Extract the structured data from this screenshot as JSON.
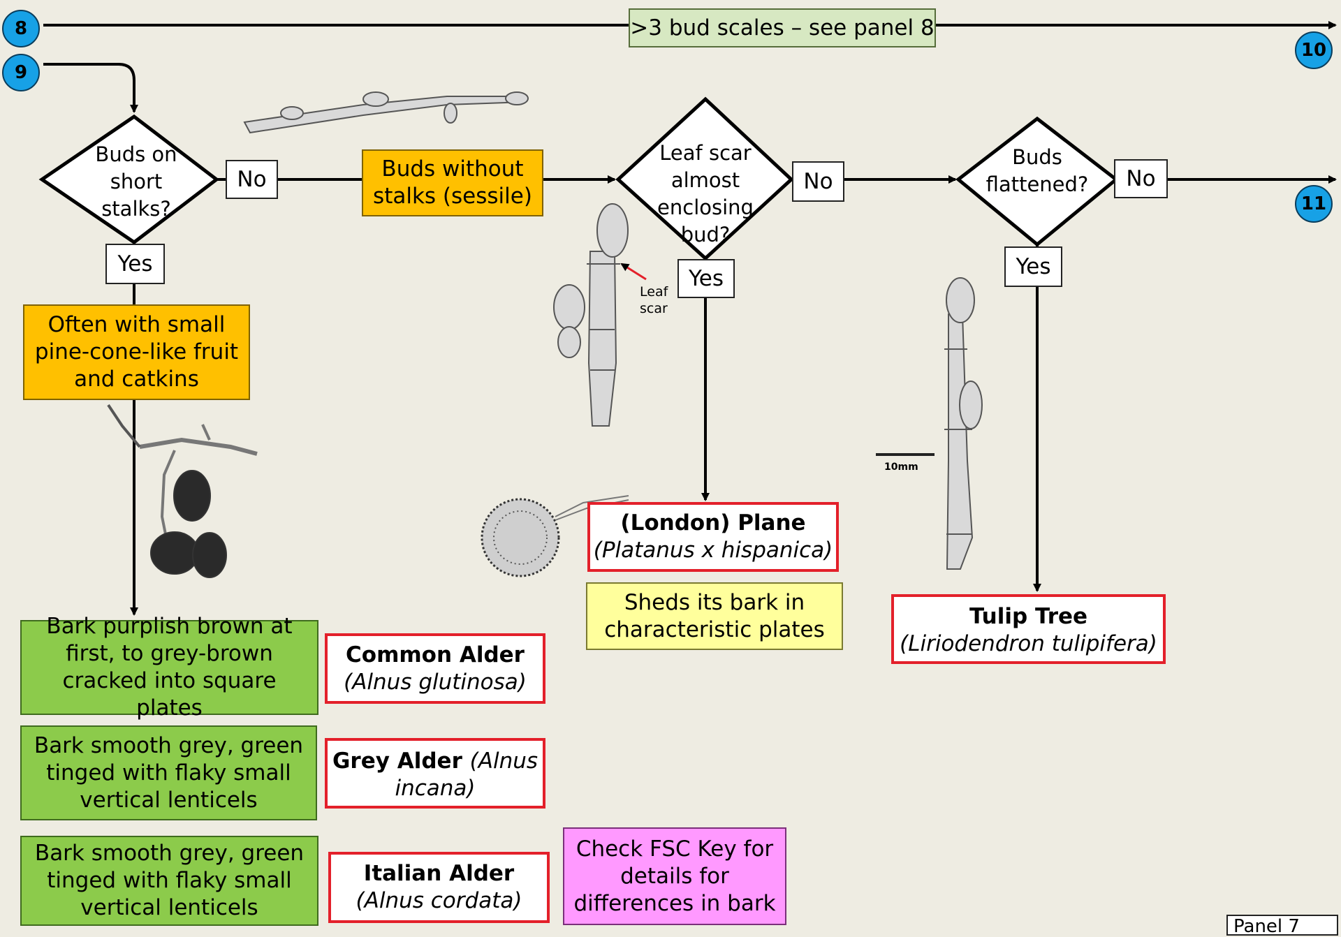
{
  "connectors": {
    "c8": "8",
    "c9": "9",
    "c10": "10",
    "c11": "11"
  },
  "top_label": ">3 bud scales – see panel 8",
  "decisions": {
    "d1": [
      "Buds  on",
      "short",
      "stalks?"
    ],
    "d2": [
      "Leaf scar",
      "almost",
      "enclosing",
      "bud?"
    ],
    "d3": [
      "Buds",
      "flattened?"
    ]
  },
  "labels": {
    "no1": "No",
    "no2": "No",
    "no3": "No",
    "yes1": "Yes",
    "yes2": "Yes",
    "yes3": "Yes"
  },
  "notes": {
    "sessile": "Buds without stalks (sessile)",
    "cone": "Often with small pine-cone-like fruit and catkins",
    "plane_bark": "Sheds its bark in characteristic plates",
    "fsc": "Check FSC Key for details for differences in bark"
  },
  "bark": [
    "Bark purplish brown at first, to grey-brown cracked into square plates",
    "Bark smooth grey, green tinged with flaky small vertical lenticels",
    "Bark smooth grey, green tinged with flaky small vertical lenticels"
  ],
  "species": {
    "plane": {
      "common": "(London) Plane",
      "latin": "(Platanus x hispanica)"
    },
    "tulip": {
      "common": "Tulip Tree",
      "latin": "(Liriodendron tulipifera)"
    },
    "common_alder": {
      "common": "Common Alder",
      "latin": "(Alnus glutinosa)"
    },
    "grey_alder": {
      "common": "Grey Alder",
      "latin": "(Alnus incana)"
    },
    "italian_alder": {
      "common": "Italian Alder",
      "latin": "(Alnus cordata)"
    }
  },
  "annotations": {
    "leaf_scar": [
      "Leaf",
      "scar"
    ],
    "scale": "10mm"
  },
  "panel_tag": "Panel 7",
  "colors": {
    "background": "#EEECE2",
    "connector": "#17A1E6",
    "orange_note": "#FFC000",
    "green_note": "#8CCB4B",
    "species_border": "#E3202A",
    "yellow_note": "#FFFF9C",
    "pink_note": "#FF99FF"
  }
}
